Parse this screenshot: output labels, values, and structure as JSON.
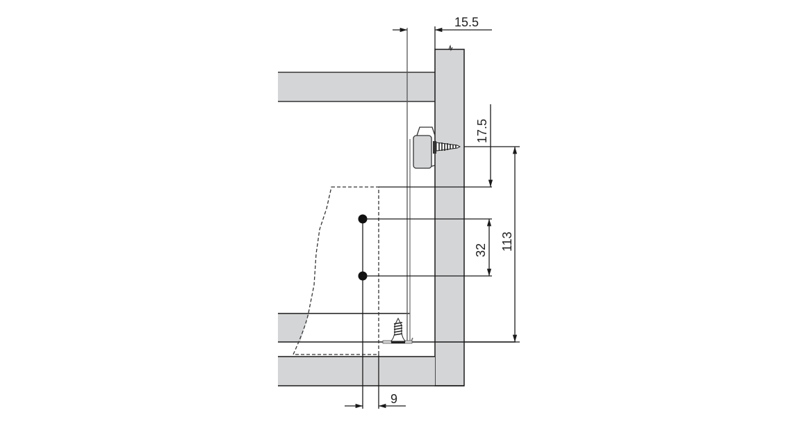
{
  "diagram": {
    "type": "technical-dimension-drawing",
    "subject": "drawer runner mounting cross-section",
    "colors": {
      "panel_fill": "#d4d5d7",
      "line": "#1a1a1a",
      "background": "#ffffff"
    },
    "dimensions": {
      "top_offset": "15.5",
      "runner_height": "17.5",
      "hole_spacing": "32",
      "overall_height": "113",
      "bottom_offset": "9"
    }
  }
}
